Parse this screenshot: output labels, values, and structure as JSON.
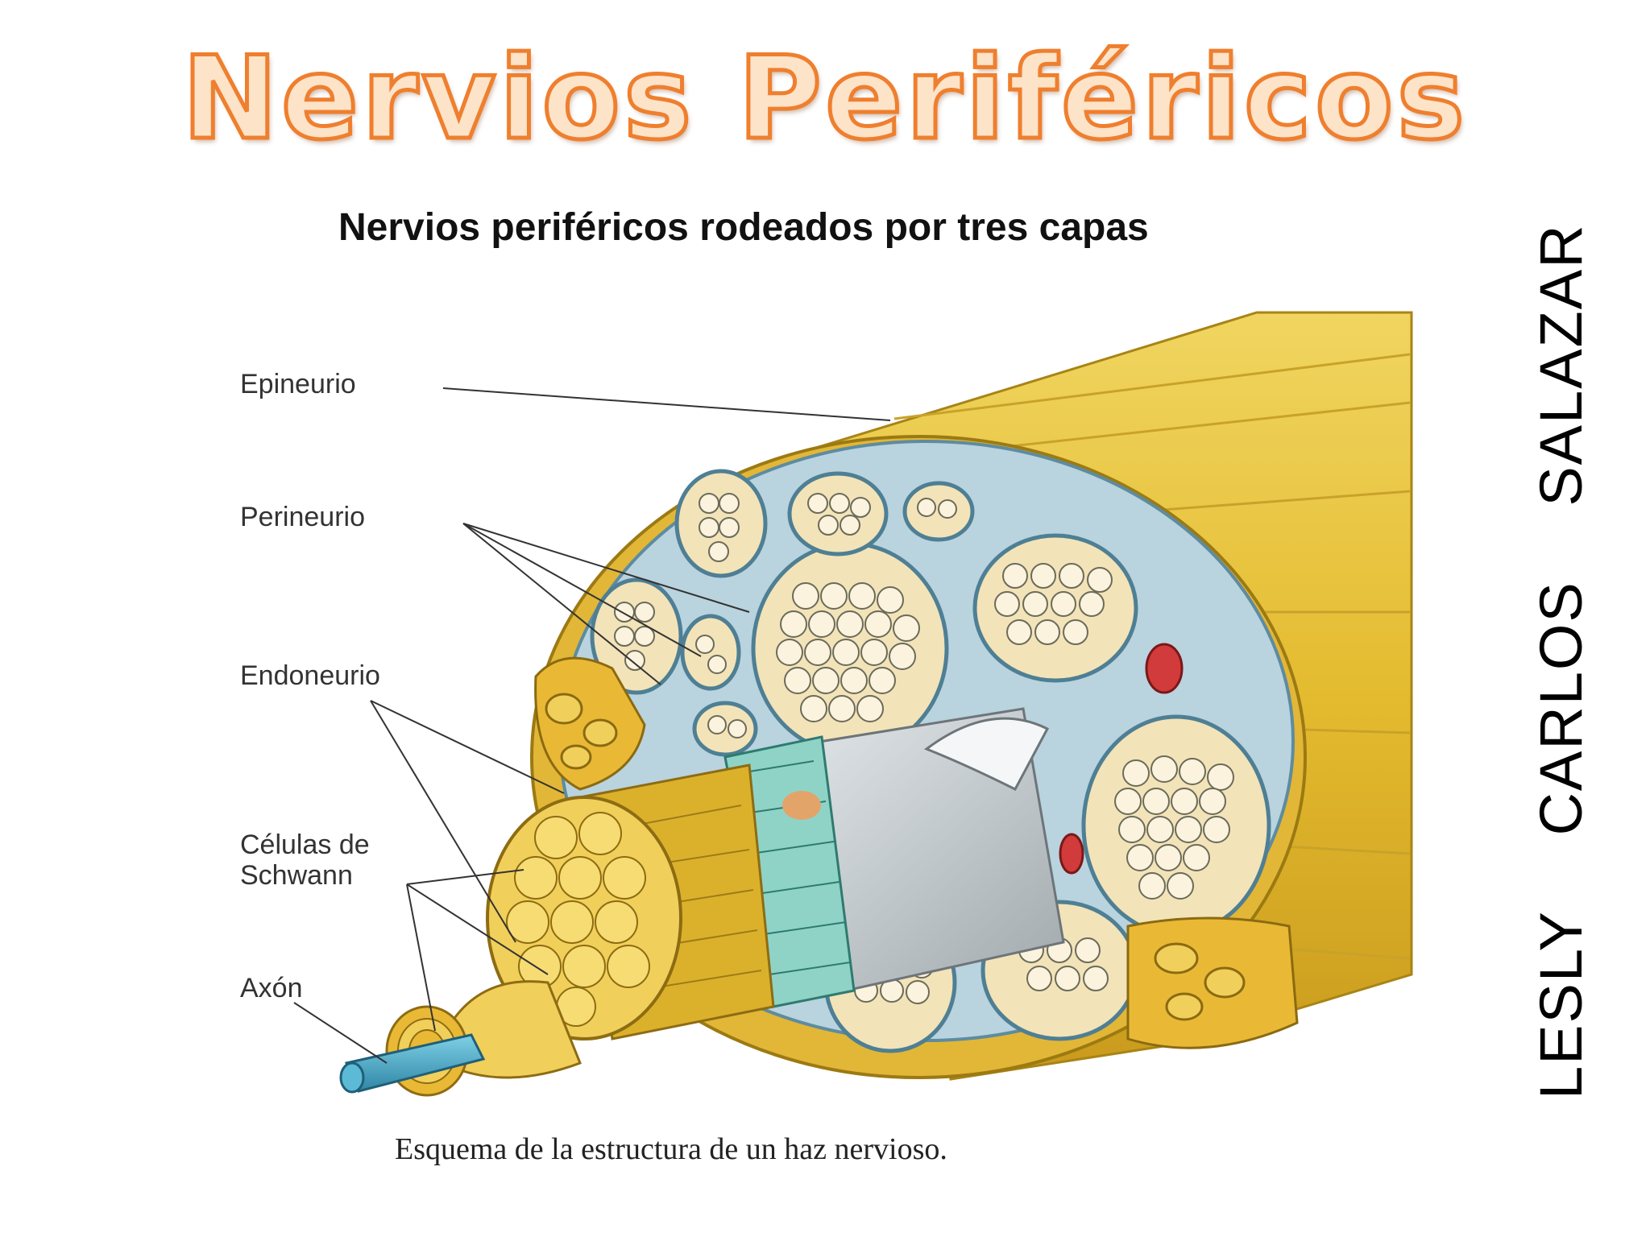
{
  "slide": {
    "title": "Nervios   Periféricos",
    "subtitle": "Nervios periféricos rodeados por tres capas",
    "author": {
      "first": "LESLY",
      "second": "CARLOS",
      "third": "SALAZAR"
    }
  },
  "figure": {
    "labels": {
      "epineurio": "Epineurio",
      "perineurio": "Perineurio",
      "endoneurio": "Endoneurio",
      "schwann_line1": "Células de",
      "schwann_line2": "Schwann",
      "axon": "Axón"
    },
    "caption": "Esquema de la estructura de un haz nervioso.",
    "colors": {
      "epineurium": "#e8c23a",
      "perineurium_fill": "#b9d3df",
      "fascicle": "#f3e3b8",
      "fiber": "#fbf3de",
      "fat": "#e9b936",
      "vessel": "#d13b3b",
      "axon": "#4aa9c8",
      "title_stroke": "#ef7f2e"
    }
  }
}
